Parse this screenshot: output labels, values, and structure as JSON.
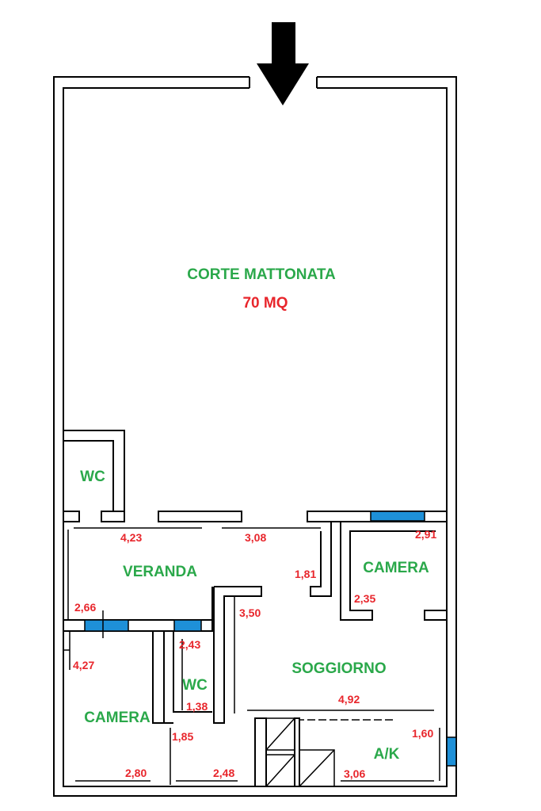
{
  "rooms": {
    "corte": {
      "name": "CORTE MATTONATA",
      "area": "70 MQ"
    },
    "wc_top": {
      "name": "WC"
    },
    "veranda": {
      "name": "VERANDA"
    },
    "camera_right": {
      "name": "CAMERA"
    },
    "soggiorno": {
      "name": "SOGGIORNO"
    },
    "wc_mid": {
      "name": "WC"
    },
    "camera_left": {
      "name": "CAMERA"
    },
    "ak": {
      "name": "A/K"
    }
  },
  "dimensions": {
    "d423": "4,23",
    "d308": "3,08",
    "d291": "2,91",
    "d181": "1,81",
    "d235": "2,35",
    "d266": "2,66",
    "d350": "3,50",
    "d243": "2,43",
    "d427": "4,27",
    "d138": "1,38",
    "d492": "4,92",
    "d185": "1,85",
    "d160": "1,60",
    "d280": "2,80",
    "d248": "2,48",
    "d306": "3,06"
  },
  "colors": {
    "room_label": "#2aa84a",
    "dimension_label": "#e8262c",
    "window": "#1e90d8",
    "wall": "#000000"
  },
  "icons": {
    "entrance": "arrow-down-icon"
  }
}
